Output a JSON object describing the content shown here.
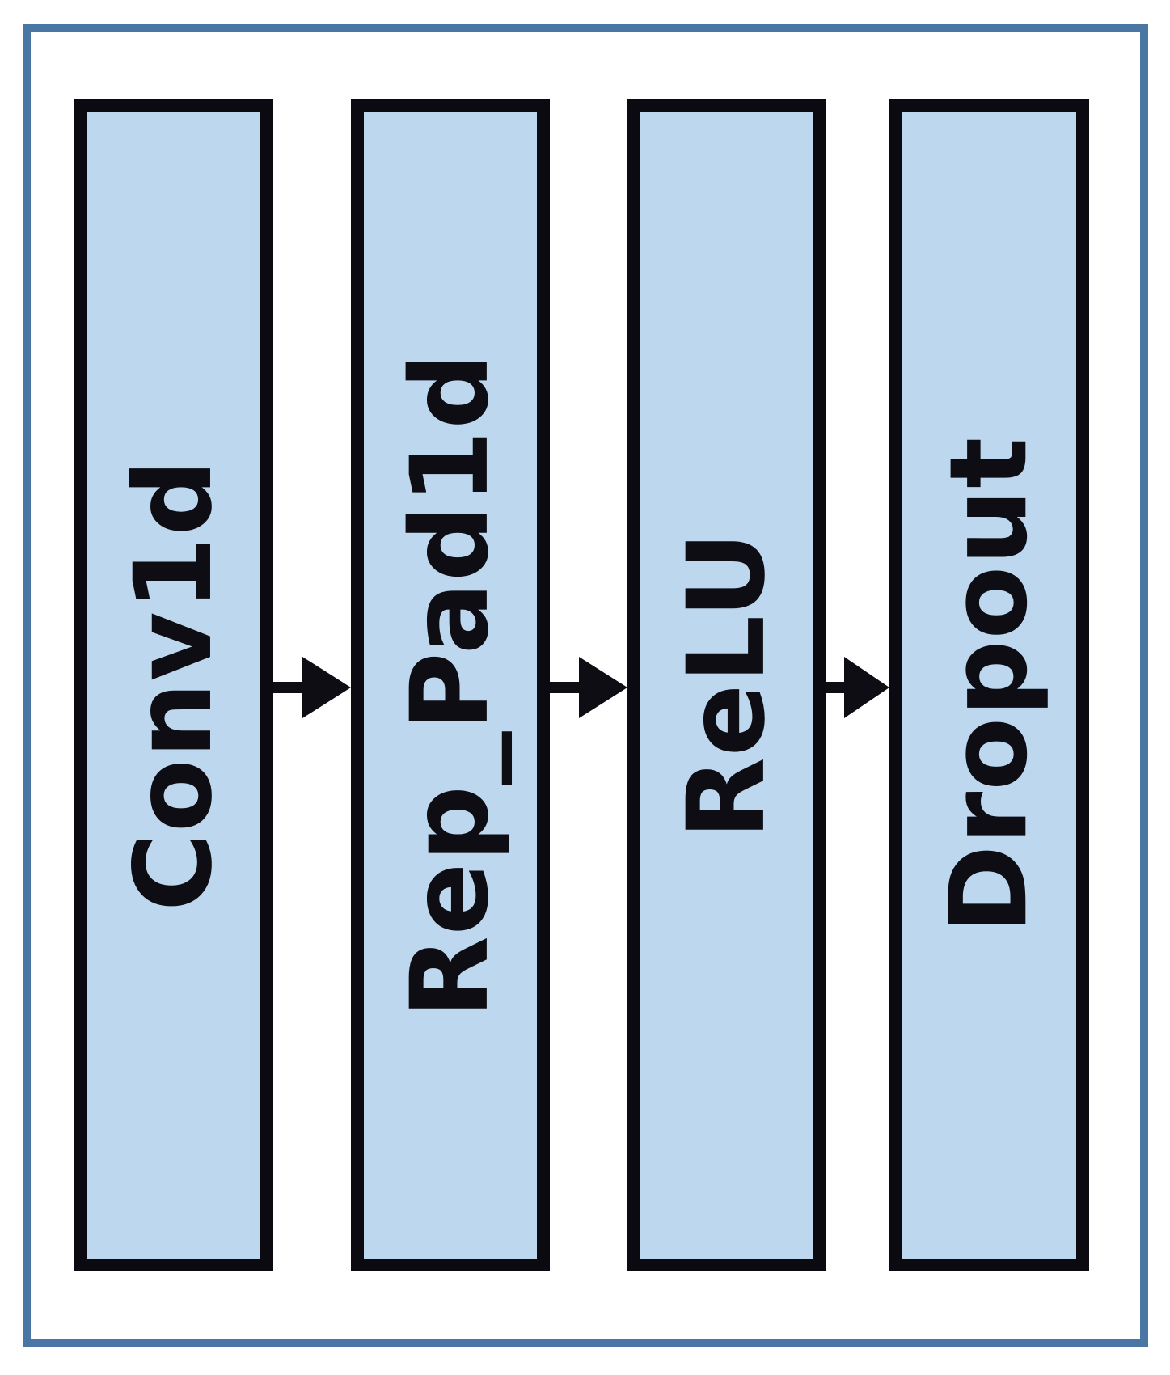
{
  "diagram": {
    "type": "flow",
    "direction": "left-to-right",
    "blocks": [
      {
        "label": "Conv1d"
      },
      {
        "label": "Rep_Pad1d"
      },
      {
        "label": "ReLU"
      },
      {
        "label": "Dropout"
      }
    ],
    "arrow_count": 3,
    "colors": {
      "background": "#ffffff",
      "frame": "#4a76a4",
      "block_fill": "#bdd7ee",
      "block_border": "#0a0a10",
      "text": "#0d0d13",
      "arrow": "#0d0d13"
    }
  }
}
